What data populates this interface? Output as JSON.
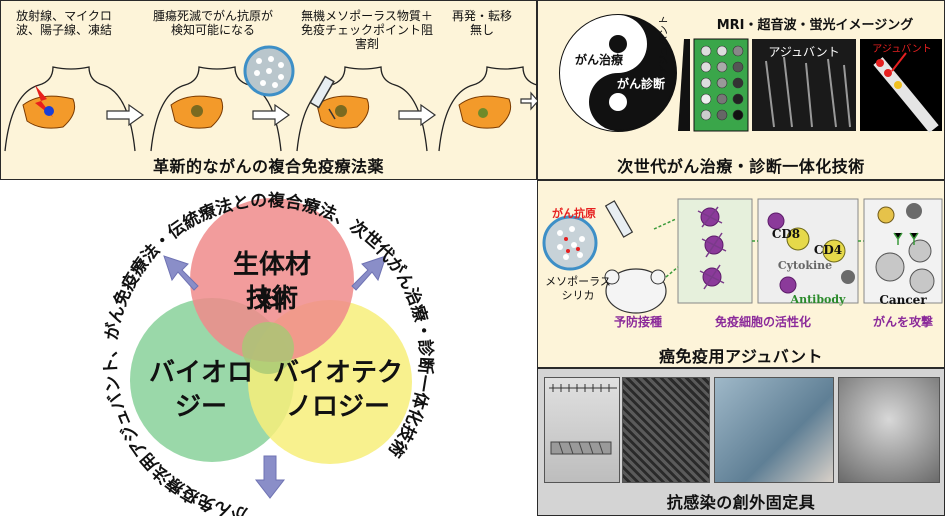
{
  "top_left": {
    "steps": [
      "放射線、マイクロ波、陽子線、凍結",
      "腫瘍死滅でがん抗原が検知可能になる",
      "無機メソポーラス物質＋免疫チェックポイント阻害剤",
      "再発・転移無し"
    ],
    "caption": "革新的ながんの複合免疫療法薬"
  },
  "top_right": {
    "yin": "がん治療",
    "yang": "がん診断",
    "modalities": "MRI・超音波・蛍光イメージング",
    "adjuvant_vertical": "アジュバント",
    "adjuvant_image": "アジュバント",
    "adjuvant_red": "アジュバント",
    "caption": "次世代がん治療・診断一体化技術"
  },
  "venn": {
    "top": "生体材料技術",
    "top_line1": "生体材料",
    "top_line2": "技術",
    "left_line1": "バイオロ",
    "left_line2": "ジー",
    "right_line1": "バイオテク",
    "right_line2": "ノロジー",
    "ring_text": "がん免疫療法用アジュバント、がん免疫療法・伝統療法との複合療法、次世代がん治療・診断一体化技術",
    "colors": {
      "top": "#f08b8b",
      "left": "#8fd4a0",
      "right": "#f7ef7a"
    }
  },
  "mid_right": {
    "antigen": "がん抗原",
    "silica_line1": "メソポーラス",
    "silica_line2": "シリカ",
    "cd8": "CD8",
    "cd4": "CD4",
    "cytokine": "Cytokine",
    "antibody": "Antibody",
    "cancer": "Cancer",
    "vaccination": "予防接種",
    "activation": "免疫細胞の活性化",
    "attack": "がんを攻撃",
    "caption": "癌免疫用アジュバント"
  },
  "bottom_right": {
    "caption": "抗感染の創外固定具"
  }
}
